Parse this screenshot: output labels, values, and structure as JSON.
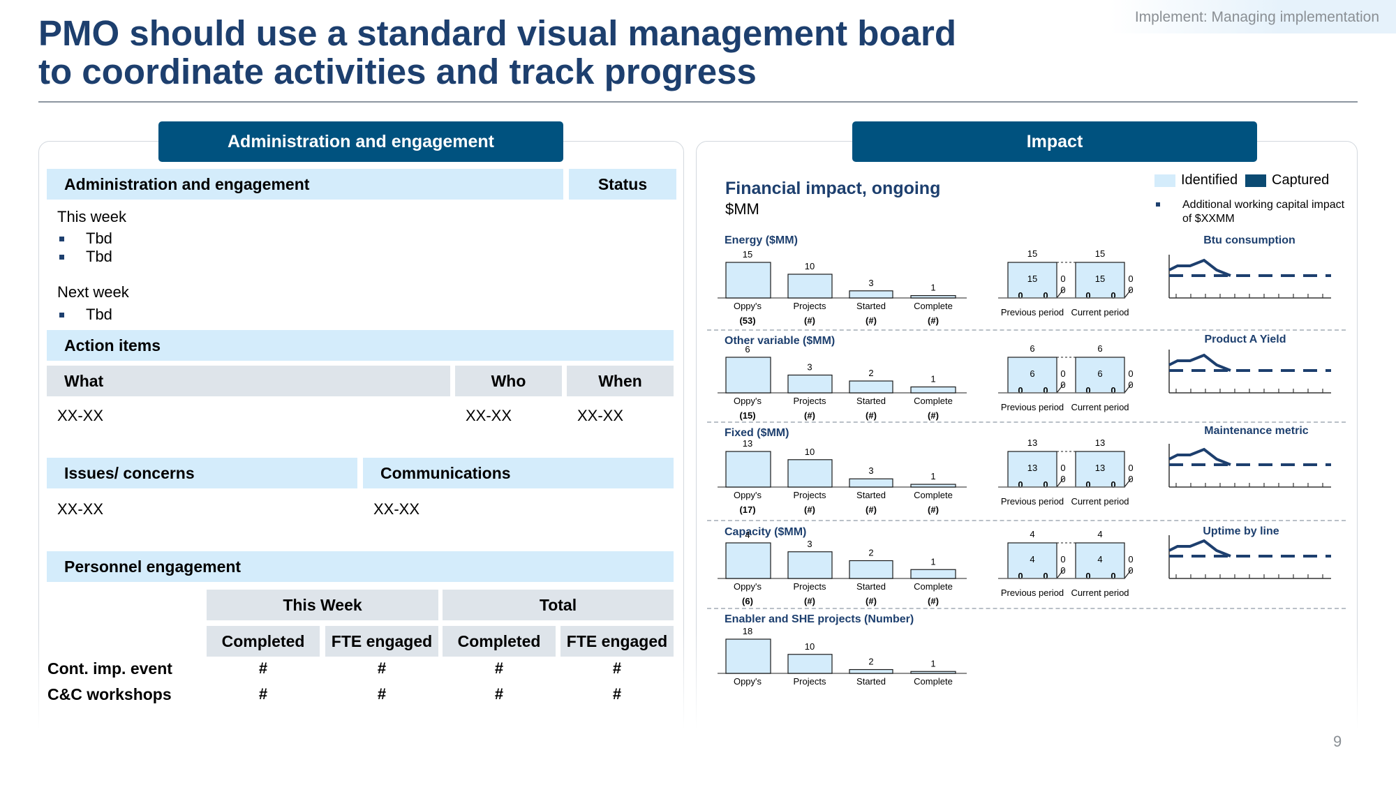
{
  "header": {
    "tag": "Implement: Managing implementation",
    "title_line1": "PMO should use a standard visual management board",
    "title_line2": "to coordinate activities and track progress"
  },
  "left": {
    "panel_title": "Administration and engagement",
    "admin_header": "Administration and engagement",
    "status_header": "Status",
    "this_week_label": "This week",
    "this_week_items": [
      "Tbd",
      "Tbd"
    ],
    "next_week_label": "Next week",
    "next_week_items": [
      "Tbd"
    ],
    "action_items_header": "Action items",
    "action_cols": {
      "what": "What",
      "who": "Who",
      "when": "When"
    },
    "action_row": {
      "what": "XX-XX",
      "who": "XX-XX",
      "when": "XX-XX"
    },
    "issues_header": "Issues/ concerns",
    "communications_header": "Communications",
    "issues_value": "XX-XX",
    "communications_value": "XX-XX",
    "personnel_header": "Personnel engagement",
    "this_week_col": "This Week",
    "total_col": "Total",
    "sub_cols": [
      "Completed",
      "FTE engaged",
      "Completed",
      "FTE engaged"
    ],
    "rows": [
      {
        "label": "Cont. imp. event",
        "values": [
          "#",
          "#",
          "#",
          "#"
        ]
      },
      {
        "label": "C&C workshops",
        "values": [
          "#",
          "#",
          "#",
          "#"
        ]
      }
    ]
  },
  "right": {
    "panel_title": "Impact",
    "fin_title": "Financial impact, ongoing",
    "fin_unit": "$MM",
    "legend": {
      "identified": "Identified",
      "captured": "Captured"
    },
    "note": "Additional working capital impact of $XXMM",
    "colors": {
      "identified": "#d4ecfb",
      "captured": "#0b4a72",
      "outline": "#1a1a1a",
      "kpi_line": "#1d3f6e"
    },
    "period_labels": [
      "Previous period",
      "Current period"
    ],
    "sections": [
      {
        "title": "Energy ($MM)",
        "categories": [
          "Oppy's",
          "Projects",
          "Started",
          "Complete"
        ],
        "counts": [
          "(53)",
          "(#)",
          "(#)",
          "(#)"
        ],
        "values": [
          15,
          10,
          3,
          1
        ],
        "periods": [
          {
            "total": 15,
            "identified": 15,
            "captured": 0,
            "gap": 0,
            "low_a": 0,
            "low_b": 0
          },
          {
            "total": 15,
            "identified": 15,
            "captured": 0,
            "gap": 0,
            "low_a": 0,
            "low_b": 0
          }
        ],
        "kpi": "Btu consumption"
      },
      {
        "title": "Other variable ($MM)",
        "categories": [
          "Oppy's",
          "Projects",
          "Started",
          "Complete"
        ],
        "counts": [
          "(15)",
          "(#)",
          "(#)",
          "(#)"
        ],
        "values": [
          6,
          3,
          2,
          1
        ],
        "periods": [
          {
            "total": 6,
            "identified": 6,
            "captured": 0,
            "gap": 0,
            "low_a": 0,
            "low_b": 0
          },
          {
            "total": 6,
            "identified": 6,
            "captured": 0,
            "gap": 0,
            "low_a": 0,
            "low_b": 0
          }
        ],
        "kpi": "Product A Yield"
      },
      {
        "title": "Fixed ($MM)",
        "categories": [
          "Oppy's",
          "Projects",
          "Started",
          "Complete"
        ],
        "counts": [
          "(17)",
          "(#)",
          "(#)",
          "(#)"
        ],
        "values": [
          13,
          10,
          3,
          1
        ],
        "periods": [
          {
            "total": 13,
            "identified": 13,
            "captured": 0,
            "gap": 0,
            "low_a": 0,
            "low_b": 0
          },
          {
            "total": 13,
            "identified": 13,
            "captured": 0,
            "gap": 0,
            "low_a": 0,
            "low_b": 0
          }
        ],
        "kpi": "Maintenance metric"
      },
      {
        "title": "Capacity ($MM)",
        "categories": [
          "Oppy's",
          "Projects",
          "Started",
          "Complete"
        ],
        "counts": [
          "(6)",
          "(#)",
          "(#)",
          "(#)"
        ],
        "values": [
          4,
          3,
          2,
          1
        ],
        "periods": [
          {
            "total": 4,
            "identified": 4,
            "captured": 0,
            "gap": 0,
            "low_a": 0,
            "low_b": 0
          },
          {
            "total": 4,
            "identified": 4,
            "captured": 0,
            "gap": 0,
            "low_a": 0,
            "low_b": 0
          }
        ],
        "kpi": "Uptime by line"
      },
      {
        "title": "Enabler and SHE projects (Number)",
        "categories": [
          "Oppy's",
          "Projects",
          "Started",
          "Complete"
        ],
        "counts": [],
        "values": [
          18,
          10,
          2,
          1
        ]
      }
    ]
  },
  "page_number": "9"
}
